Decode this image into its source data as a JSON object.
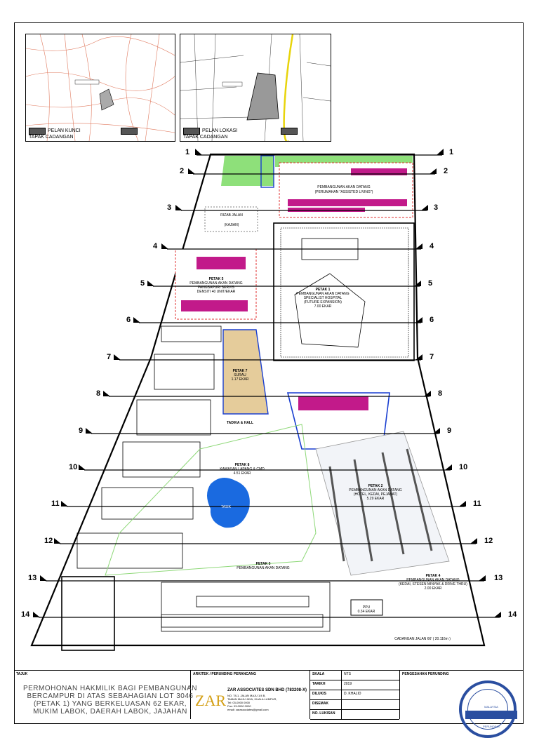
{
  "location_maps": {
    "left_map": {
      "label": "PELAN KUNCI",
      "tapak_label": "TAPAK CADANGAN",
      "legend": "TAPAK CADANGAN"
    },
    "right_map": {
      "label": "PELAN LOKASI",
      "tapak_label": "TAPAK CADANGAN"
    }
  },
  "sections": [
    "1",
    "2",
    "3",
    "4",
    "5",
    "6",
    "7",
    "8",
    "9",
    "10",
    "11",
    "12",
    "13",
    "14"
  ],
  "plots": {
    "petak5": {
      "title": "PETAK 5",
      "subtitle": "PEMBANGUNAN AKAN DATANG",
      "detail": "PANGSAPURI SERVIS",
      "density": "DENSITI 40 UNIT/EKAR"
    },
    "petak1": {
      "title": "PETAK 1",
      "subtitle": "PEMBANGUNAN AKAN DATANG",
      "detail": "SPECIALIST HOSPITAL",
      "detail2": "(FUTURE EXPANSION)",
      "area": "7.00 EKAR"
    },
    "petak7": {
      "title": "PETAK 7",
      "subtitle": "SURAU",
      "area": "1.17 EKAR"
    },
    "petak8": {
      "title": "PETAK 8",
      "subtitle": "KAWASAN LAPANG & CMD",
      "area": "4.51 EKAR"
    },
    "petak2": {
      "title": "PETAK 2",
      "subtitle": "PEMBANGUNAN AKAN DATANG",
      "detail": "(HOTEL, KEDAI, PEJABAT)",
      "area": "5.29 EKAR"
    },
    "petak3": {
      "title": "PETAK 3",
      "subtitle": "PEMBANGUNAN AKAN DATANG"
    },
    "petak4": {
      "title": "PETAK 4",
      "subtitle": "PEMBANGUNAN AKAN DATANG",
      "detail": "(KEDAI, STESEN MINYAK & DRIVE THRU)",
      "area": "2.00 EKAR"
    },
    "top_area": {
      "title": "PEMBANGUNAN AKAN DATANG",
      "detail": "(PERUMAHAN \"ASSISTED LIVING\")"
    },
    "rizab": {
      "title": "RIZAB JALAN",
      "detail": "(KAJIAN)"
    },
    "tadika": {
      "title": "TADIKA & HALL"
    },
    "tnb": {
      "title": "PPU",
      "area": "0.34 EKAR"
    },
    "lake": {
      "label": "TASIK"
    }
  },
  "road_label": "CADANGAN JALAN 66' ( 20.116m )",
  "title_block": {
    "project_label": "TAJUK",
    "project_title": "PERMOHONAN HAKMILIK BAGI PEMBANGUNAN BERCAMPUR DI ATAS SEBAHAGIAN LOT 3046 (PETAK 1) YANG BERKELUASAN 62 EKAR, MUKIM LABOK, DAERAH LABOK, JAJAHAN",
    "firm_label": "ARKITEK / PERUNDING PERANCANG",
    "firm_logo": "ZAR",
    "firm_name": "ZAR ASSOCIATES SDN BHD (783208-X)",
    "firm_lines": [
      "NO. 78-1, JALAN MAJU 1/4 B,",
      "TAMAN MAJU JAYA, KUALA LUMPUR,",
      "Tel: 03-0000 0000",
      "Fax: 03-0000 0000",
      "email: zarassociates@gmail.com"
    ],
    "info": [
      {
        "k": "SKALA",
        "v": "NTS"
      },
      {
        "k": "TARIKH",
        "v": "2019"
      },
      {
        "k": "DILUKIS",
        "v": "D. KHALID"
      },
      {
        "k": "DISEMAK",
        "v": ""
      },
      {
        "k": "NO. LUKISAN",
        "v": ""
      }
    ],
    "approval_label": "PENGESAHAN PERUNDING",
    "stamp_top": "MALAYSIA",
    "stamp_mid": "PERANCANG BANDAR",
    "stamp_bottom": "PERUNDING"
  }
}
